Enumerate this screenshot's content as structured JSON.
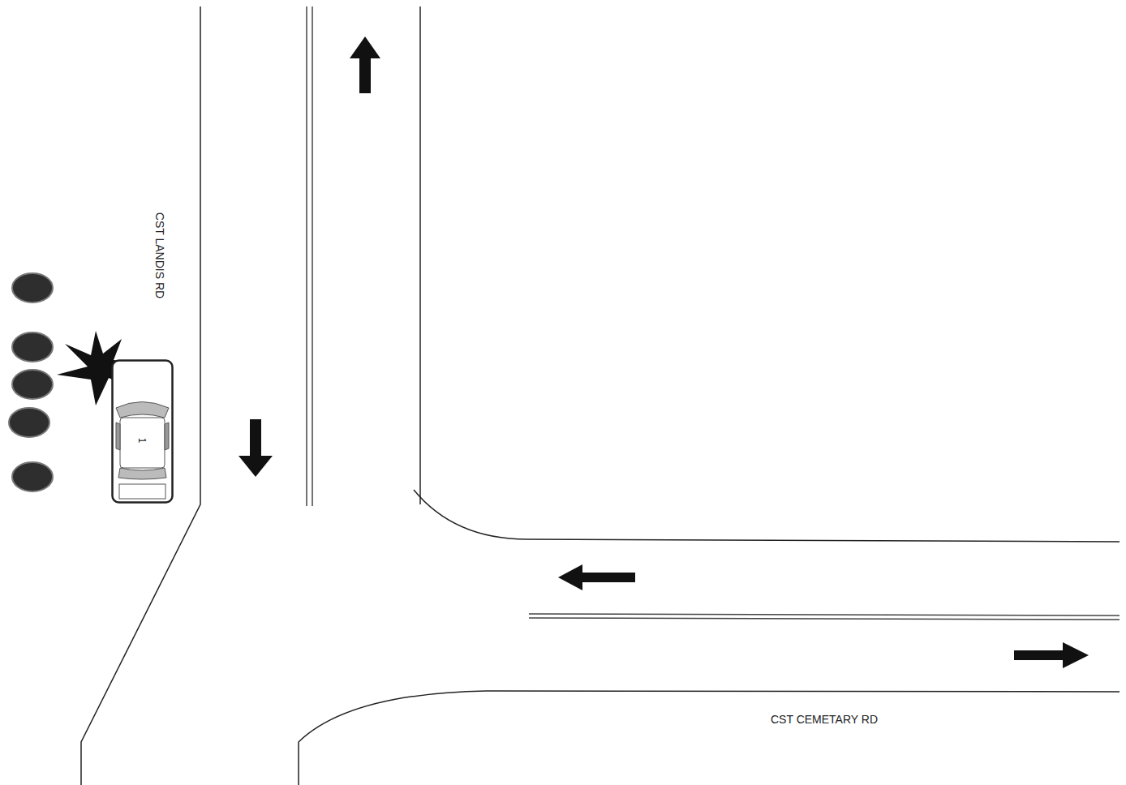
{
  "diagram": {
    "nodes": [
      {
        "text": [
          "1"
        ]
      }
    ],
    "labels": [
      "CST LANDIS RD",
      "CST CEMETARY RD"
    ]
  }
}
